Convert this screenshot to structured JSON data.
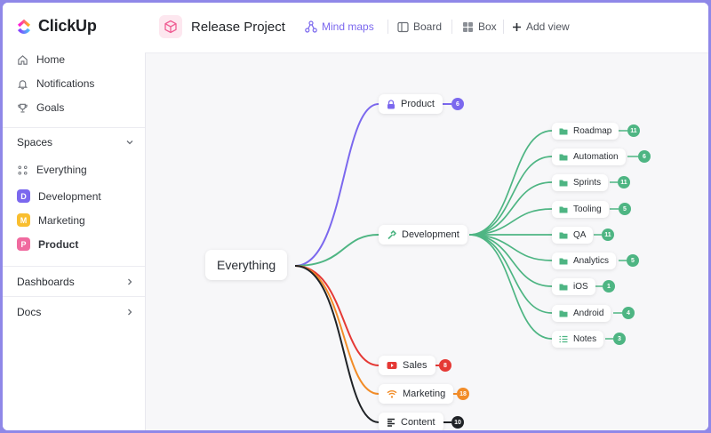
{
  "app": {
    "name": "ClickUp"
  },
  "sidebar": {
    "nav": [
      {
        "label": "Home",
        "icon": "home-icon"
      },
      {
        "label": "Notifications",
        "icon": "bell-icon"
      },
      {
        "label": "Goals",
        "icon": "trophy-icon"
      }
    ],
    "spaces_header": "Spaces",
    "spaces": [
      {
        "label": "Everything",
        "icon": "grid-dots-icon"
      },
      {
        "label": "Development",
        "badge": "D",
        "color": "#7b68ee"
      },
      {
        "label": "Marketing",
        "badge": "M",
        "color": "#f9be2f"
      },
      {
        "label": "Product",
        "badge": "P",
        "color": "#f06a9f",
        "active": true
      }
    ],
    "dashboards": "Dashboards",
    "docs": "Docs"
  },
  "header": {
    "project_title": "Release Project",
    "tabs": [
      {
        "label": "Mind maps",
        "icon": "mind-map-icon",
        "active": true
      },
      {
        "label": "Board",
        "icon": "board-icon"
      },
      {
        "label": "Box",
        "icon": "box-icon"
      },
      {
        "label": "Add view",
        "icon": "plus-icon"
      }
    ]
  },
  "mindmap": {
    "root": "Everything",
    "branches": [
      {
        "label": "Product",
        "count": "6",
        "color": "#7b68ee",
        "icon": "lock-icon"
      },
      {
        "label": "Development",
        "icon": "hammer-icon",
        "color": "#4eb583"
      },
      {
        "label": "Sales",
        "count": "8",
        "color": "#e53935",
        "icon": "video-icon"
      },
      {
        "label": "Marketing",
        "count": "18",
        "color": "#f28c28",
        "icon": "wifi-icon"
      },
      {
        "label": "Content",
        "count": "10",
        "color": "#1f2226",
        "icon": "text-lines-icon"
      }
    ],
    "development_children": [
      {
        "label": "Roadmap",
        "count": "11",
        "icon": "folder-icon"
      },
      {
        "label": "Automation",
        "count": "6",
        "icon": "folder-icon"
      },
      {
        "label": "Sprints",
        "count": "11",
        "icon": "folder-icon"
      },
      {
        "label": "Tooling",
        "count": "5",
        "icon": "folder-icon"
      },
      {
        "label": "QA",
        "count": "11",
        "icon": "folder-icon"
      },
      {
        "label": "Analytics",
        "count": "5",
        "icon": "folder-icon"
      },
      {
        "label": "iOS",
        "count": "1",
        "icon": "folder-icon"
      },
      {
        "label": "Android",
        "count": "4",
        "icon": "folder-icon"
      },
      {
        "label": "Notes",
        "count": "3",
        "icon": "list-icon"
      }
    ],
    "leaf_color": "#4eb583"
  }
}
